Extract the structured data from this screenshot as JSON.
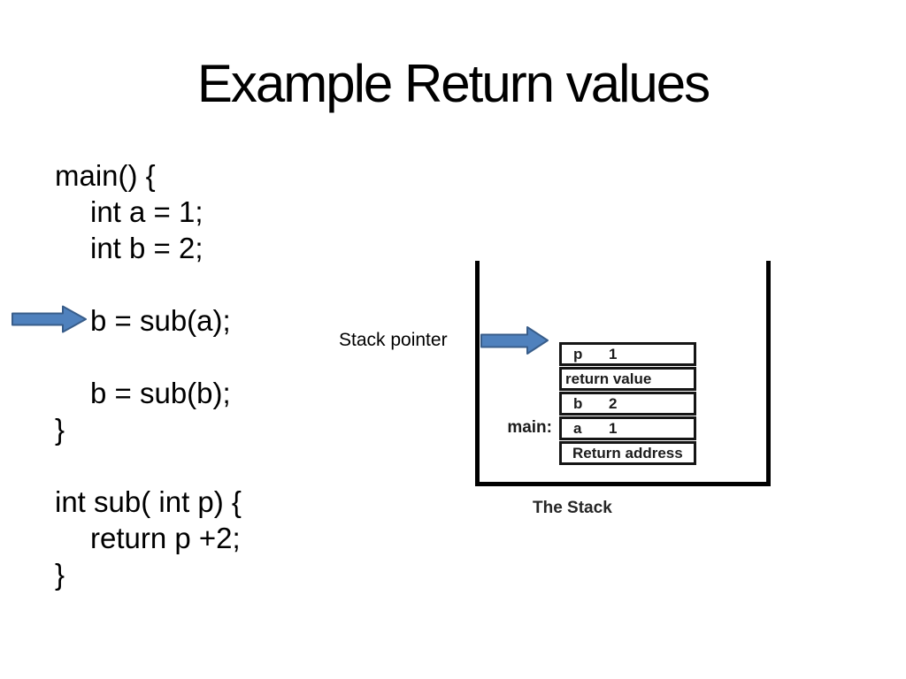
{
  "slide": {
    "title": "Example Return values",
    "code": {
      "lines": [
        "main() {",
        "int a = 1;",
        "int b = 2;",
        "",
        "b = sub(a);",
        "",
        "b = sub(b);",
        "}",
        "",
        "int sub( int p) {",
        "return p +2;",
        "}"
      ]
    },
    "diagram": {
      "stack_pointer_label": "Stack pointer",
      "main_frame_label": "main:",
      "caption": "The Stack",
      "frames": [
        {
          "name": "p",
          "value": "1"
        },
        {
          "label": "return value"
        },
        {
          "name": "b",
          "value": "2"
        },
        {
          "name": "a",
          "value": "1"
        },
        {
          "label": "Return address"
        }
      ]
    },
    "colors": {
      "arrow_fill": "#4f81bd",
      "arrow_stroke": "#385d8a",
      "frame_border": "#151515"
    }
  }
}
